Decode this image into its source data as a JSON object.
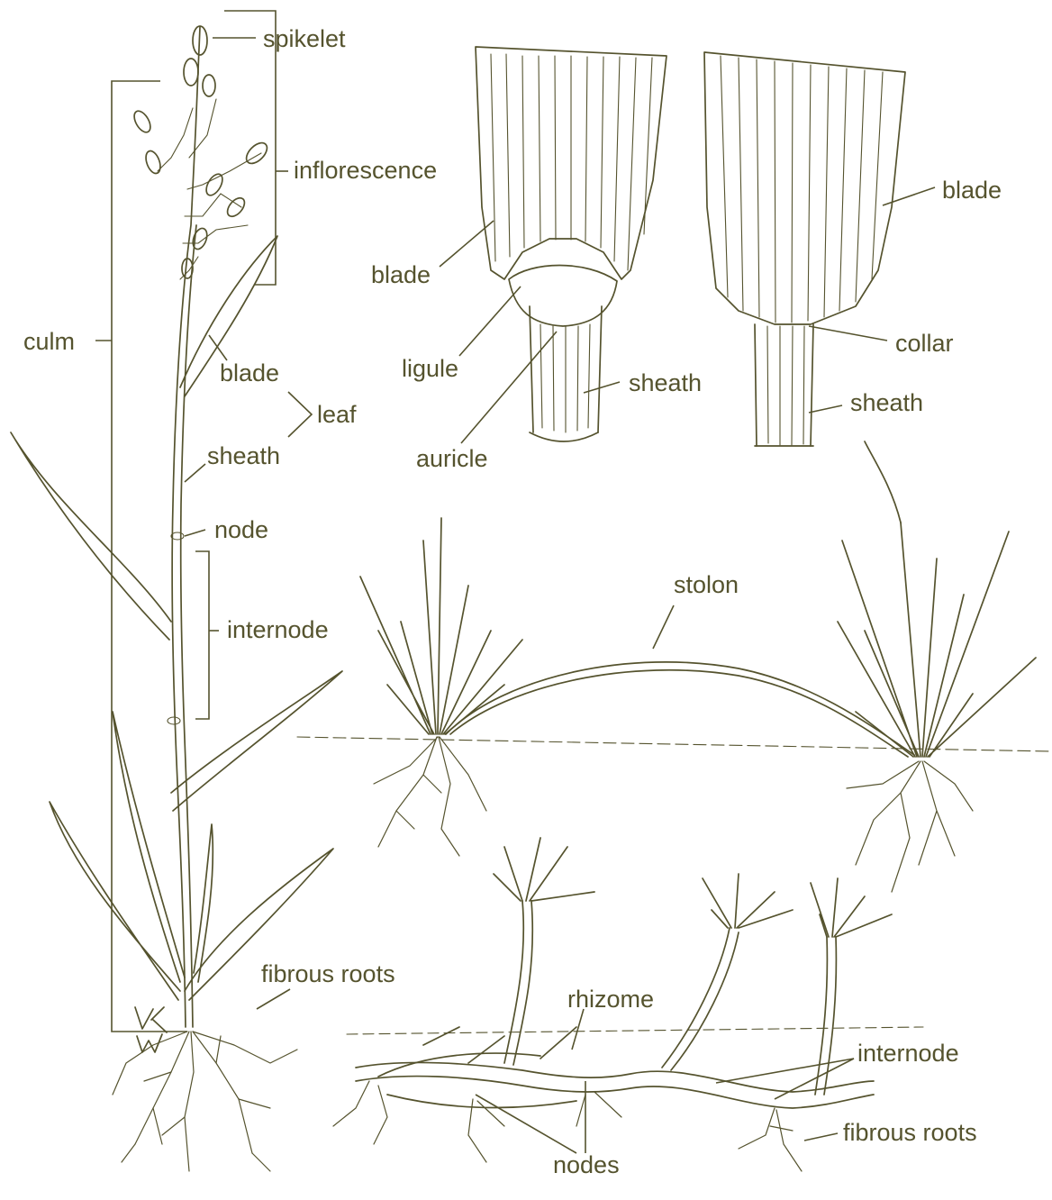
{
  "colors": {
    "ink": "#55532e",
    "background": "#ffffff"
  },
  "labels": {
    "spikelet": "spikelet",
    "inflorescence": "inflorescence",
    "culm": "culm",
    "blade_plant": "blade",
    "leaf": "leaf",
    "sheath_plant": "sheath",
    "node": "node",
    "internode_culm": "internode",
    "fibrous_roots_plant": "fibrous roots",
    "blade_ligule_diagram": "blade",
    "ligule": "ligule",
    "sheath_ligule_diagram": "sheath",
    "auricle": "auricle",
    "blade_collar_diagram": "blade",
    "collar": "collar",
    "sheath_collar_diagram": "sheath",
    "stolon": "stolon",
    "rhizome": "rhizome",
    "internode_rhizome": "internode",
    "fibrous_roots_rhizome": "fibrous roots",
    "nodes": "nodes"
  }
}
